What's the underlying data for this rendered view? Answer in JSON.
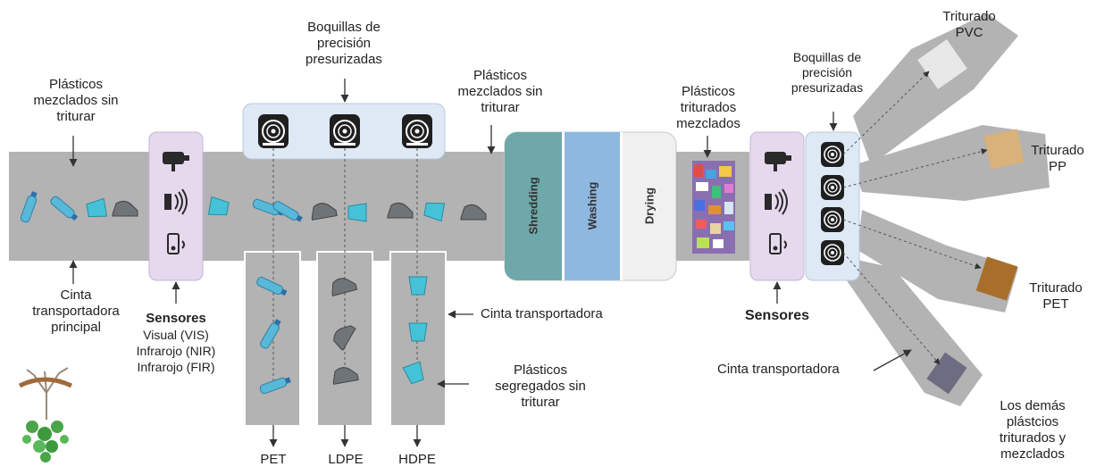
{
  "labels": {
    "mixed_unshredded_left": [
      "Plásticos",
      "mezclados sin",
      "triturar"
    ],
    "main_belt": [
      "Cinta",
      "transportadora",
      "principal"
    ],
    "sensors_left_title": "Sensores",
    "sensors_left_list": [
      "Visual (VIS)",
      "Infrarojo (NIR)",
      "Infrarojo (FIR)"
    ],
    "nozzles_top": [
      "Boquillas de",
      "precisión",
      "presurizadas"
    ],
    "mixed_unshredded_mid": [
      "Plásticos",
      "mezclados sin",
      "triturar"
    ],
    "conveyor_mid": "Cinta transportadora",
    "segregated": [
      "Plásticos",
      "segregados sin",
      "triturar"
    ],
    "bin_pet": "PET",
    "bin_ldpe": "LDPE",
    "bin_hdpe": "HDPE",
    "process_shredding": "Shredding",
    "process_washing": "Washing",
    "process_drying": "Drying",
    "shredded_mixed": [
      "Plásticos",
      "triturados",
      "mezclados"
    ],
    "nozzles_right": [
      "Boquillas de",
      "precisión",
      "presurizadas"
    ],
    "sensors_right_title": "Sensores",
    "conveyor_right": "Cinta transportadora",
    "out_pvc": [
      "Triturado",
      "PVC"
    ],
    "out_pp": [
      "Triturado",
      "PP"
    ],
    "out_pet": [
      "Triturado",
      "PET"
    ],
    "out_rest": [
      "Los demás",
      "plástcios",
      "triturados y",
      "mezclados"
    ]
  },
  "colors": {
    "belt": "#b3b3b3",
    "sensor_box": "#e6d9ee",
    "nozzle_box": "#dfe9f5",
    "shredding": "#6fa8a8",
    "washing": "#8fb8e0",
    "drying": "#f0f0f0",
    "plastic": "#4fb6d6"
  },
  "icons": [
    "camera-icon",
    "radio-wave-icon",
    "thermal-sensor-icon",
    "nozzle-icon",
    "tree-logo-icon"
  ]
}
